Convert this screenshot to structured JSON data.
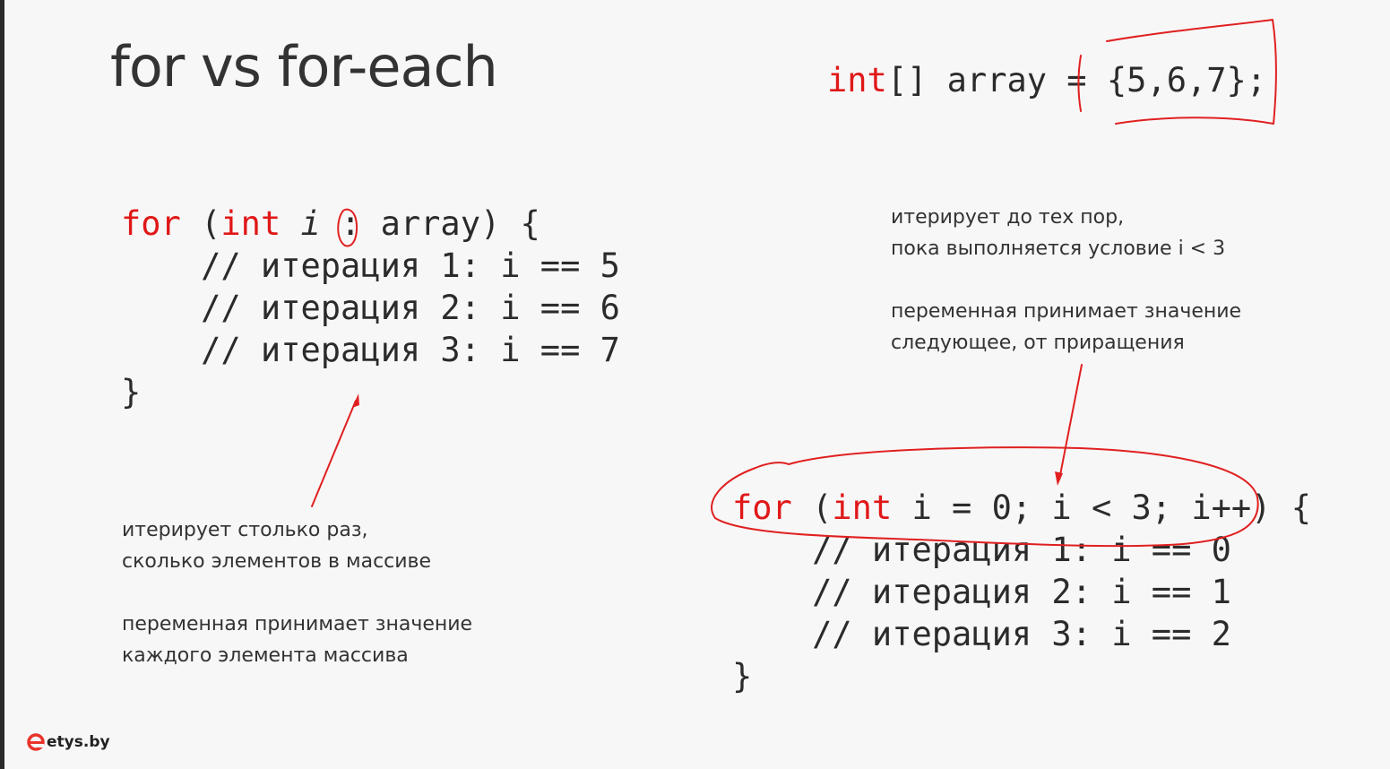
{
  "slide": {
    "title": "for vs for-each"
  },
  "declaration": {
    "keyword": "int",
    "rest": "[] array = {5,6,7};"
  },
  "foreach": {
    "kw_for": "for",
    "paren_open": " (",
    "kw_int": "int",
    "var": "i",
    "rest": " : array) {",
    "lines": [
      "    // итерация 1: i == 5",
      "    // итерация 2: i == 6",
      "    // итерация 3: i == 7"
    ],
    "close": "}"
  },
  "forloop": {
    "kw_for": "for",
    "paren_open": " (",
    "kw_int": "int",
    "rest": " i = 0; i < 3; i++) {",
    "lines": [
      "    // итерация 1: i == 0",
      "    // итерация 2: i == 1",
      "    // итерация 3: i == 2"
    ],
    "close": "}"
  },
  "notes": {
    "foreach_iter_1": "итерирует столько раз,",
    "foreach_iter_2": "сколько элементов в массиве",
    "foreach_var_1": "переменная принимает значение",
    "foreach_var_2": "каждого элемента массива",
    "for_iter_1": "итерирует до тех пор,",
    "for_iter_2": "пока выполняется условие i < 3",
    "for_var_1": "переменная принимает значение",
    "for_var_2": "следующее, от приращения"
  },
  "brand": {
    "logo_text": "etys.by",
    "logo_color": "#e8342a"
  },
  "colors": {
    "keyword": "#e01818",
    "annotation": "#e02020",
    "text": "#333333"
  }
}
